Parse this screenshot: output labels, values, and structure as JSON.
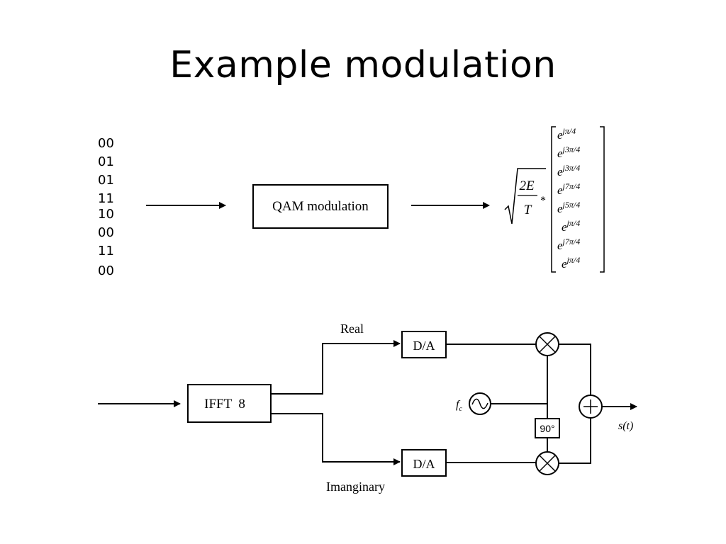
{
  "title": "Example modulation",
  "top": {
    "bits": [
      "00",
      "01",
      "01",
      "11",
      "10",
      "00",
      "11",
      "00"
    ],
    "qam_label": "QAM modulation",
    "scale_numerator": "2E",
    "scale_denominator": "T",
    "multiply_sign": "*",
    "exponent_base": "e",
    "exponents": [
      "jπ/4",
      "j3π/4",
      "j3π/4",
      "j7π/4",
      "j5π/4",
      "jπ/4",
      "j7π/4",
      "jπ/4"
    ]
  },
  "bottom": {
    "ifft_label": "IFFT  8",
    "real_label": "Real",
    "imag_label": "Imanginary",
    "da_top_label": "D/A",
    "da_bottom_label": "D/A",
    "phase_label": "90°",
    "carrier_label": "f",
    "carrier_sub": "c",
    "output_label": "s(t)"
  }
}
